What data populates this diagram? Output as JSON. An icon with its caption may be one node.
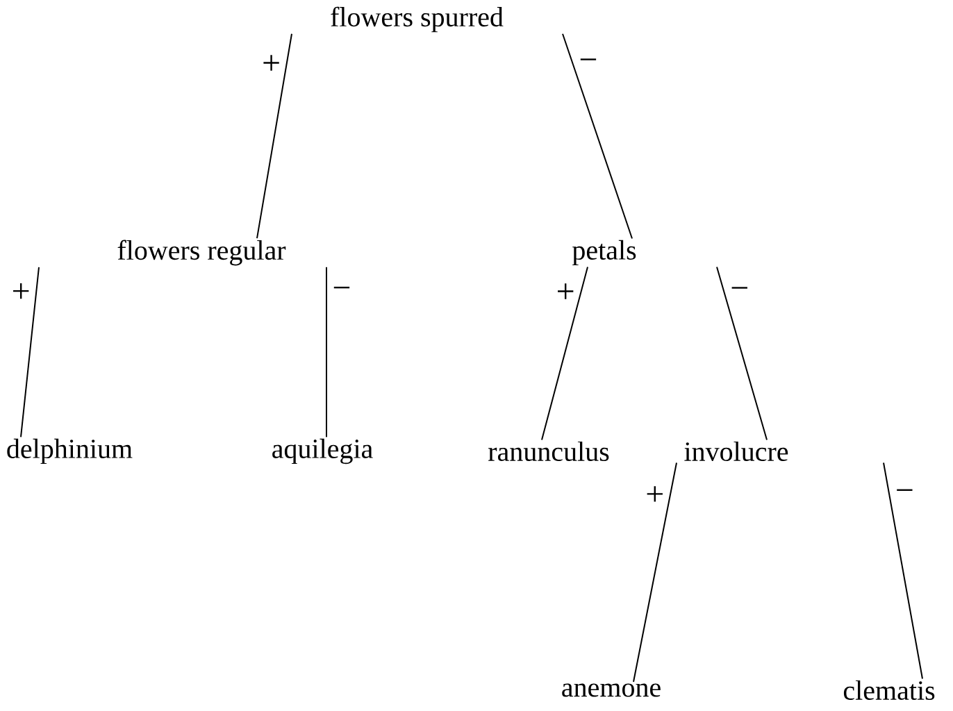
{
  "diagram": {
    "nodes": [
      {
        "text": [
          "flowers spurred"
        ]
      },
      {
        "text": [
          "flowers regular"
        ]
      },
      {
        "text": [
          "petals"
        ]
      },
      {
        "text": [
          "delphinium"
        ]
      },
      {
        "text": [
          "aquilegia"
        ]
      },
      {
        "text": [
          "ranunculus"
        ]
      },
      {
        "text": [
          "involucre"
        ]
      },
      {
        "text": [
          "anemone"
        ]
      },
      {
        "text": [
          "clematis"
        ]
      }
    ],
    "edges": [
      {
        "from": 0,
        "to": 1,
        "arrow": "none",
        "label": "+"
      },
      {
        "from": 0,
        "to": 2,
        "arrow": "none",
        "label": "−"
      },
      {
        "from": 1,
        "to": 3,
        "arrow": "none",
        "label": "+"
      },
      {
        "from": 1,
        "to": 4,
        "arrow": "none",
        "label": "−"
      },
      {
        "from": 2,
        "to": 5,
        "arrow": "none",
        "label": "+"
      },
      {
        "from": 2,
        "to": 6,
        "arrow": "none",
        "label": "−"
      },
      {
        "from": 6,
        "to": 7,
        "arrow": "none",
        "label": "+"
      },
      {
        "from": 6,
        "to": 8,
        "arrow": "none",
        "label": "−"
      }
    ]
  }
}
